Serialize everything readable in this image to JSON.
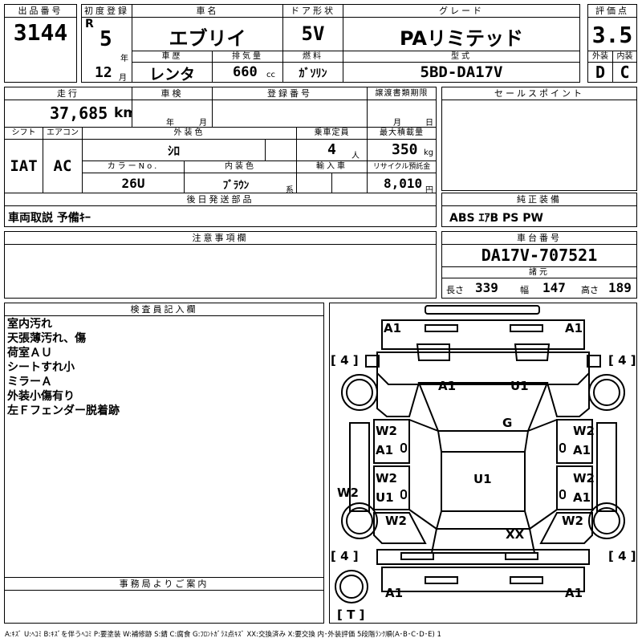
{
  "lot": {
    "label": "出品番号",
    "value": "3144"
  },
  "first_reg": {
    "label": "初度登録",
    "era": "R",
    "year": "5",
    "year_unit": "年",
    "month": "12",
    "month_unit": "月"
  },
  "car_name": {
    "label": "車名",
    "value": "エブリイ"
  },
  "door": {
    "label": "ドア形状",
    "value": "5V"
  },
  "grade": {
    "label": "グレード",
    "value": "PAリミテッド"
  },
  "score": {
    "label": "評価点",
    "value": "3.5",
    "ext_label": "外装",
    "int_label": "内装",
    "ext": "D",
    "int": "C"
  },
  "history": {
    "label": "車歴",
    "value": "レンタ"
  },
  "displacement": {
    "label": "排気量",
    "value": "660",
    "unit": "cc"
  },
  "fuel": {
    "label": "燃料",
    "value": "ｶﾞｿﾘﾝ"
  },
  "model": {
    "label": "型式",
    "value": "5BD-DA17V"
  },
  "mileage": {
    "label": "走行",
    "value": "37,685",
    "unit": "km"
  },
  "inspection": {
    "label": "車検",
    "year_unit": "年",
    "month_unit": "月"
  },
  "registration": {
    "label": "登録番号"
  },
  "transfer": {
    "label": "譲渡書類期限",
    "month_unit": "月",
    "day_unit": "日"
  },
  "sales_point": {
    "label": "セールスポイント"
  },
  "shift": {
    "label": "シフト",
    "value": "IAT"
  },
  "aircon": {
    "label": "エアコン",
    "value": "AC"
  },
  "ext_color": {
    "label": "外装色",
    "value": "ｼﾛ"
  },
  "capacity": {
    "label": "乗車定員",
    "value": "4",
    "unit": "人"
  },
  "max_load": {
    "label": "最大積載量",
    "value": "350",
    "unit": "kg"
  },
  "color_no": {
    "label": "カラーNo.",
    "value": "26U"
  },
  "int_color": {
    "label": "内装色",
    "value": "ﾌﾞﾗｳﾝ",
    "unit": "系"
  },
  "import": {
    "label": "輸入車"
  },
  "recycle": {
    "label": "リサイクル預託金",
    "value": "8,010",
    "unit": "円"
  },
  "later_parts": {
    "label": "後日発送部品",
    "value": "車両取説 予備ｷｰ"
  },
  "genuine": {
    "label": "純正装備",
    "value": "ABS ｴｱB PS PW"
  },
  "caution": {
    "label": "注意事項欄"
  },
  "chassis": {
    "label": "車台番号",
    "value": "DA17V-707521"
  },
  "dims": {
    "label": "諸元",
    "len_label": "長さ",
    "len": "339",
    "wid_label": "幅",
    "wid": "147",
    "hgt_label": "高さ",
    "hgt": "189"
  },
  "inspector": {
    "label": "検査員記入欄",
    "lines": [
      "室内汚れ",
      "天張薄汚れ、傷",
      "荷室ＡＵ",
      "シートすれ小",
      "ミラーＡ",
      "外装小傷有り",
      "左Ｆフェンダー脱着跡"
    ]
  },
  "office": {
    "label": "事務局よりご案内"
  },
  "diagram": {
    "marks": {
      "front_left": "A1",
      "front_right": "A1",
      "hood_left": "A1",
      "hood_right": "U1",
      "windshield": "G",
      "lf_door_1": "W2",
      "lf_door_2": "A1",
      "rf_door_1": "W2",
      "rf_door_2": "A1",
      "lr_door_1": "W2",
      "lr_door_2": "U1",
      "rr_door_1": "W2",
      "rr_door_2": "A1",
      "roof": "U1",
      "left_side": "W2",
      "lr_quarter": "W2",
      "rr_quarter": "W2",
      "rear_glass": "XX",
      "rear_left": "A1",
      "rear_right": "A1"
    },
    "tires": {
      "fl": "[ 4 ]",
      "fr": "[ 4 ]",
      "rl": "[ 4 ]",
      "rr": "[ 4 ]",
      "spare": "[ T ]"
    }
  },
  "legend": "A:ｷｽﾞ U:ﾍｺﾐ B:ｷｽﾞを伴うﾍｺﾐ P:要塗装 W:補修跡 S:錆 C:腐食 G:ﾌﾛﾝﾄｶﾞﾗｽ点ｷｽﾞ XX:交換済み X:要交換 内･外装評価 5段階ﾗﾝｸ順(A･B･C･D･E) 1"
}
